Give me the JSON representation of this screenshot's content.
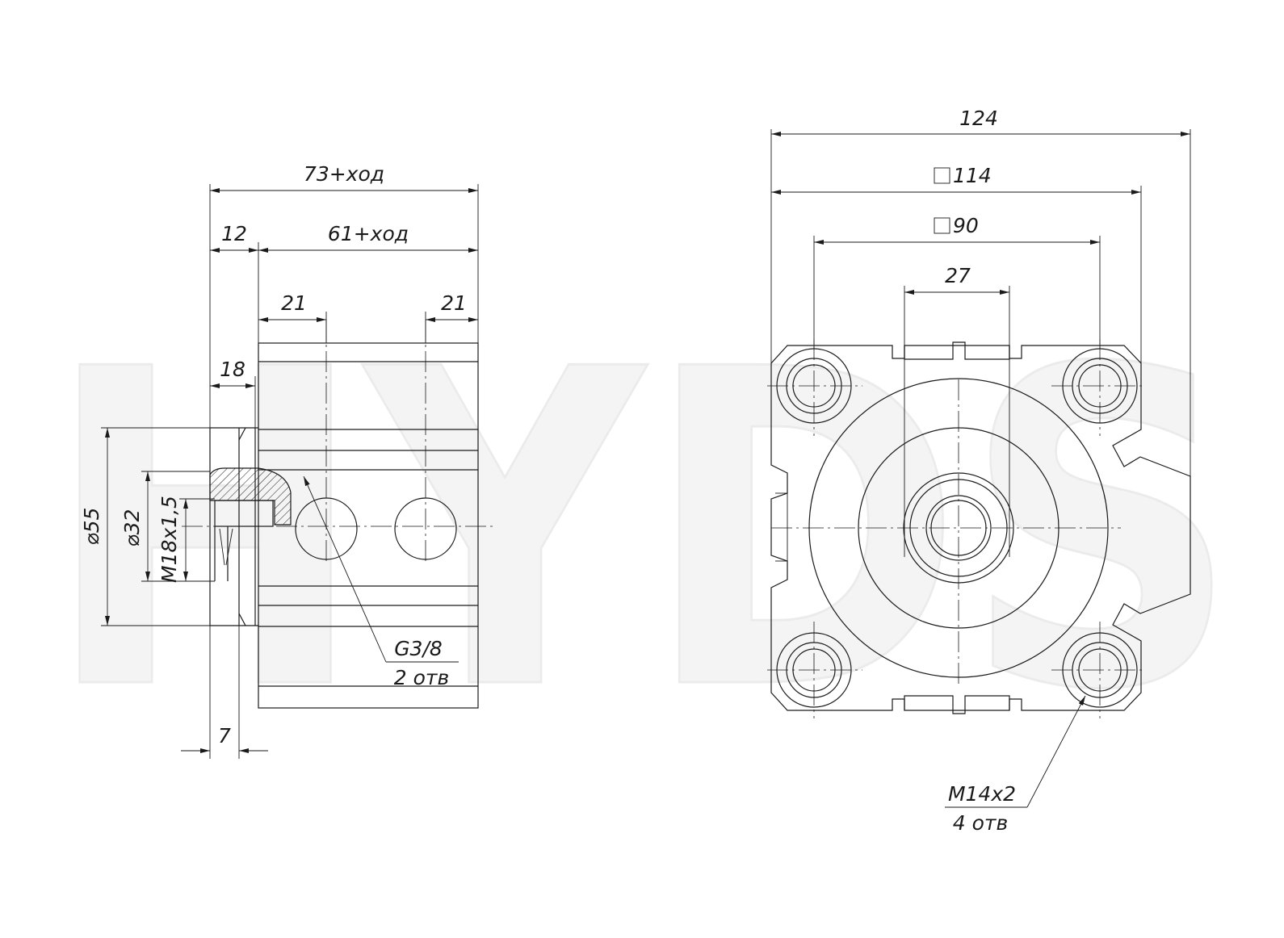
{
  "watermark": "HYDS",
  "side_view": {
    "dim_total_length": "73+ход",
    "dim_flange": "12",
    "dim_body_length": "61+ход",
    "dim_port_left": "21",
    "dim_port_right": "21",
    "dim_rod_length": "18",
    "dim_diameter_55": "⌀55",
    "dim_diameter_32": "⌀32",
    "dim_thread": "M18x1,5",
    "dim_rod_step": "7",
    "port_thread": "G3/8",
    "port_count": "2 отв"
  },
  "front_view": {
    "dim_overall_width": "124",
    "dim_square_body": "114",
    "dim_square_holes": "90",
    "dim_slot": "27",
    "mount_thread": "M14x2",
    "mount_count": "4 отв"
  }
}
